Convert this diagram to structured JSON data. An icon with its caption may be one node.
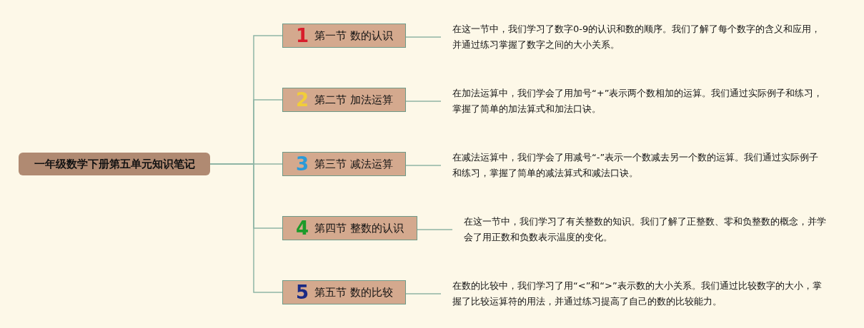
{
  "diagram": {
    "nodes": [
      {
        "text": [
          "一年级数学下册第五单元知识笔记"
        ]
      },
      {
        "text": [
          "1",
          "第一节 数的认识"
        ]
      },
      {
        "text": [
          "2",
          "第二节 加法运算"
        ]
      },
      {
        "text": [
          "3",
          "第三节 减法运算"
        ]
      },
      {
        "text": [
          "4",
          "第四节 整数的认识"
        ]
      },
      {
        "text": [
          "5",
          "第五节 数的比较"
        ]
      },
      {
        "text": [
          "在这一节中，我们学习了数字0-9的认识和数的顺序。我们了解了每个数字的含义和应用，并通过练习掌握了数字之间的大小关系。"
        ]
      },
      {
        "text": [
          "在加法运算中，我们学会了用加号“+”表示两个数相加的运算。我们通过实际例子和练习，掌握了简单的加法算式和加法口诀。"
        ]
      },
      {
        "text": [
          "在减法运算中，我们学会了用减号“-”表示一个数减去另一个数的运算。我们通过实际例子和练习，掌握了简单的减法算式和减法口诀。"
        ]
      },
      {
        "text": [
          "在这一节中，我们学习了有关整数的知识。我们了解了正整数、零和负整数的概念，并学会了用正数和负数表示温度的变化。"
        ]
      },
      {
        "text": [
          "在数的比较中，我们学习了用“<”和“>”表示数的大小关系。我们通过比较数字的大小，掌握了比较运算符的用法，并通过练习提高了自己的数的比较能力。"
        ]
      }
    ],
    "edges": [
      {
        "from": 0,
        "to": 1,
        "arrow": "none"
      },
      {
        "from": 0,
        "to": 2,
        "arrow": "none"
      },
      {
        "from": 0,
        "to": 3,
        "arrow": "none"
      },
      {
        "from": 0,
        "to": 4,
        "arrow": "none"
      },
      {
        "from": 0,
        "to": 5,
        "arrow": "none"
      },
      {
        "from": 1,
        "to": 6,
        "arrow": "none"
      },
      {
        "from": 2,
        "to": 7,
        "arrow": "none"
      },
      {
        "from": 3,
        "to": 8,
        "arrow": "none"
      },
      {
        "from": 4,
        "to": 9,
        "arrow": "none"
      },
      {
        "from": 5,
        "to": 10,
        "arrow": "none"
      }
    ]
  }
}
